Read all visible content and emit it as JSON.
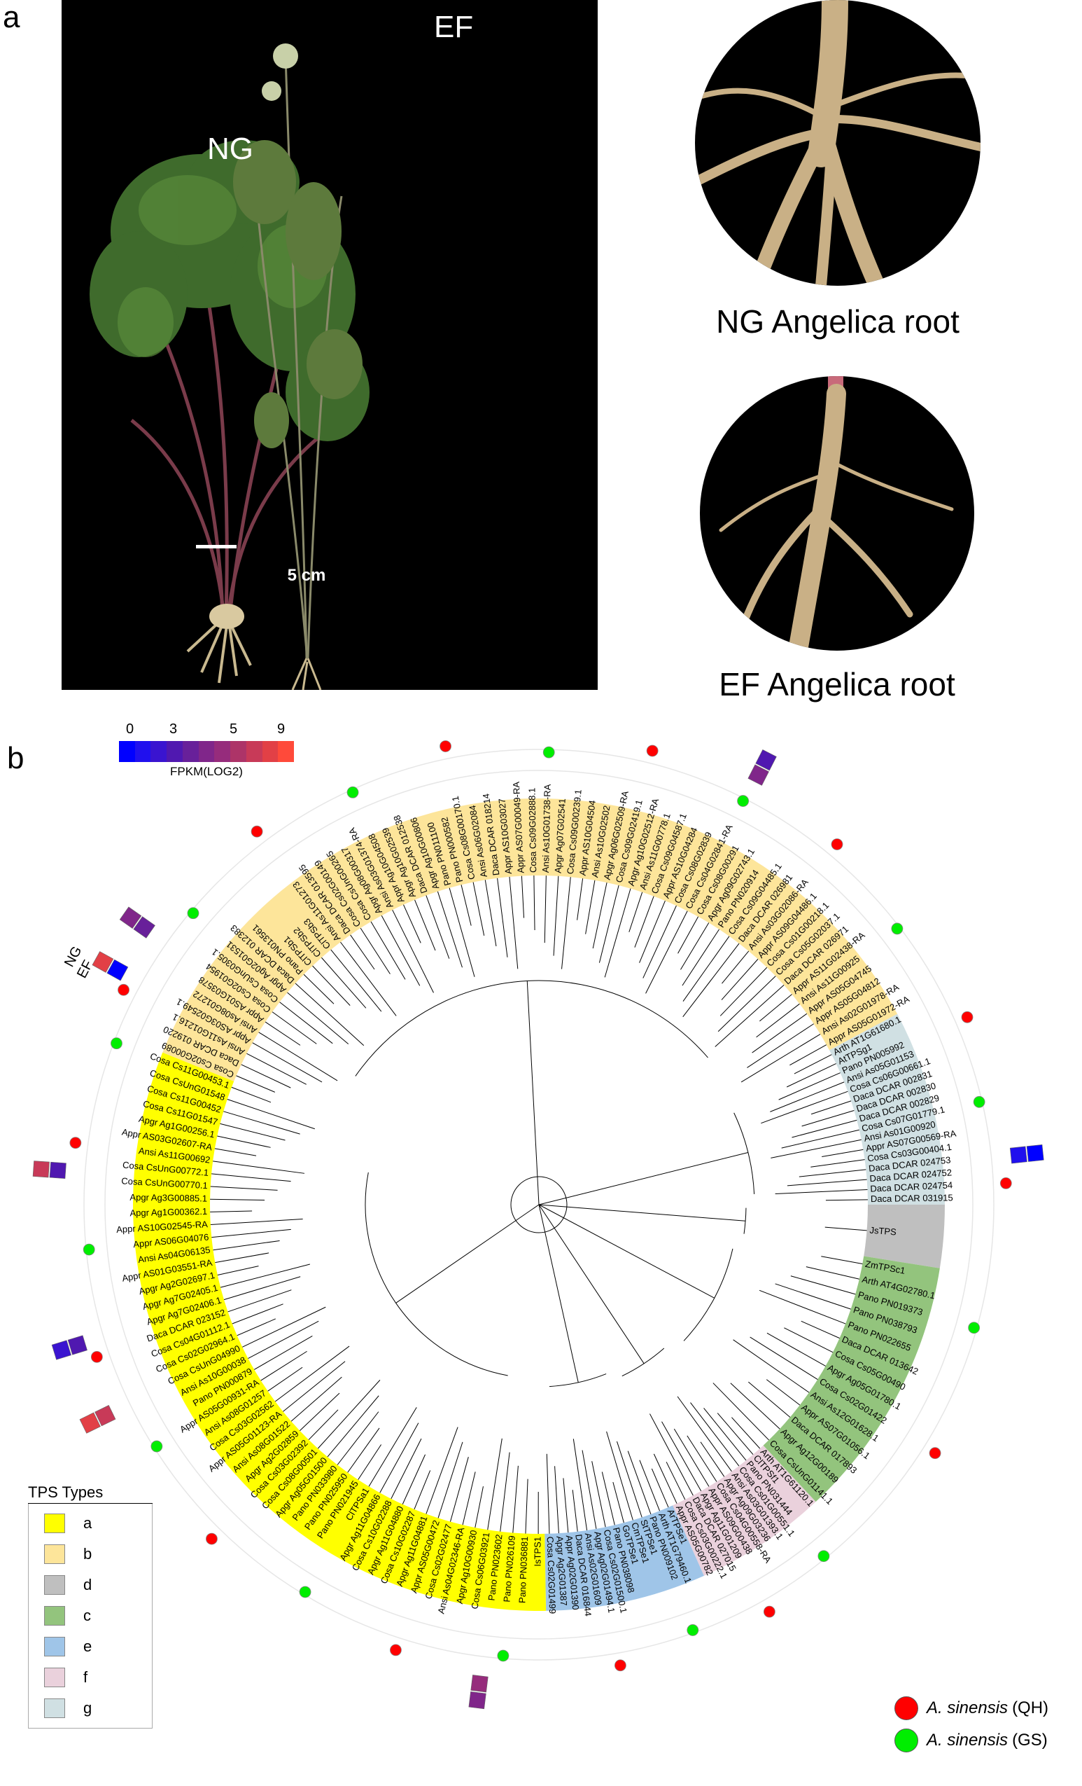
{
  "panel_a": {
    "letter": "a",
    "plant_labels": {
      "ng": "NG",
      "ef": "EF"
    },
    "scale_bar": "5 cm",
    "root_captions": {
      "ng": "NG Angelica root",
      "ef": "EF Angelica root"
    }
  },
  "panel_b": {
    "letter": "b",
    "colorbar": {
      "ticks": [
        "0",
        "3",
        "5",
        "9"
      ],
      "label": "FPKM(LOG2)",
      "colors": [
        "#0000ff",
        "#2010ee",
        "#3a14d0",
        "#5018b0",
        "#68209a",
        "#80268a",
        "#962c7c",
        "#ad3468",
        "#c83a58",
        "#e24046",
        "#ff4a3a"
      ]
    },
    "ng_ef_labels": {
      "ng": "NG",
      "ef": "EF"
    },
    "tps_legend": {
      "title": "TPS Types",
      "items": [
        {
          "label": "a",
          "color": "#ffff00"
        },
        {
          "label": "b",
          "color": "#fde59a"
        },
        {
          "label": "d",
          "color": "#bfbfbf"
        },
        {
          "label": "c",
          "color": "#93c47d"
        },
        {
          "label": "e",
          "color": "#9fc5e8"
        },
        {
          "label": "f",
          "color": "#ead1dc"
        },
        {
          "label": "g",
          "color": "#d0e0e3"
        }
      ]
    },
    "species_legend": [
      {
        "name": "A. sinensis",
        "suffix": "(QH)",
        "color": "#ff0000"
      },
      {
        "name": "A. sinensis",
        "suffix": "(GS)",
        "color": "#00ee00"
      }
    ],
    "clades": [
      {
        "type": "b",
        "color": "#fde59a",
        "labels": [
          "Cosa Cs02G00089",
          "Daca DCAR 019220",
          "Ansi As11G01216.1",
          "Appr AS03G02549.1",
          "Ansi As08G01272",
          "Appr AS01G03578",
          "Cosa Cs02G01954",
          "Cosa CsUnG0305.1",
          "Apgr Ag02G01531",
          "Daca DCAR 012383",
          "Pano PN013561",
          "ClTPSb1",
          "ClTPSb2",
          "ClTPSb3",
          "Ansi As11G01273",
          "Daca DCAR 013595",
          "Cosa Cs02G00149",
          "Cosa CsUnG00265",
          "Apgr Ag08G00317",
          "Ansi As03G01374-RA",
          "Appr Ag10G04508",
          "Apgr Ag10G02539",
          "Daca DCAR 012538",
          "Apgr Ag10G00806",
          "Pano PN011100",
          "Pano PN000582",
          "Cosa Cs08G00170.1",
          "Ansi As06G02084",
          "Daca DCAR 018214",
          "Appr AS10G03027",
          "Appr AS07G00049-RA",
          "Cosa Cs09G02888.1",
          "Ansi As10G01738-RA",
          "Apgr Ag07G02541",
          "Cosa Cs09G00239.1",
          "Appr AS10G04504",
          "Ansi As10G02502",
          "Apgr Ag06G02509-RA",
          "Cosa Cs09G02419.1",
          "Apgr Ag10G02512-RA",
          "Ansi As11G00778.1",
          "Cosa Cs09G04587.1",
          "Appr AS10G04284",
          "Cosa Cs08G02839",
          "Cosa Cs04G02841-RA",
          "Cosa Cs08G00291",
          "Apgr Ag09G02743.1",
          "Pano PN020914",
          "Cosa Cs09G04485.1",
          "Daca DCAR 026981",
          "Ansi As03G02086-RA",
          "Appr AS09G04486.1",
          "Cosa Cs01G00218.1",
          "Cosa Cs05G02037.1",
          "Daca DCAR 026971",
          "Appr AS11G02438-RA",
          "Ansi As11G00925",
          "Appr AS05G04745",
          "Appr AS05G04812",
          "Ansi As02G01978-RA",
          "Appr AS05G01972-RA"
        ]
      },
      {
        "type": "g",
        "color": "#d0e0e3",
        "labels": [
          "Arth AT1G61680.1",
          "AtTPSg1",
          "Pano PN005992",
          "Ansi As05G01153",
          "Cosa Cs06G00661.1",
          "Daca DCAR 002831",
          "Daca DCAR 002830",
          "Daca DCAR 002829",
          "Cosa Cs07G01779.1",
          "Ansi As01G00920",
          "Appr AS07G00569-RA",
          "Cosa Cs03G00404.1",
          "Daca DCAR 024753",
          "Daca DCAR 024752",
          "Daca DCAR 024754",
          "Daca DCAR 031915"
        ]
      },
      {
        "type": "d",
        "color": "#bfbfbf",
        "labels": [
          "JsTPS"
        ]
      },
      {
        "type": "c",
        "color": "#93c47d",
        "labels": [
          "ZmTPSc1",
          "Arth AT4G02780.1",
          "Pano PN019373",
          "Pano PN038793",
          "Pano PN022655",
          "Daca DCAR 013642",
          "Cosa Cs05G00490",
          "Apgr Ag05G01780.1",
          "Cosa Cs02G01422",
          "Ansi As12G01628.1",
          "Appr AS07G01056.1",
          "Daca DCAR 017893",
          "Apgr Ag12G00189",
          "Cosa CsUnG01141.1"
        ]
      },
      {
        "type": "f",
        "color": "#ead1dc",
        "labels": [
          "Arth AT1G61120.1",
          "ClTPSf1",
          "Pano PN031444",
          "Cosa Cs01G00551.1",
          "Ansi As03G01393.1",
          "Apgr Ag09G03236",
          "Cosa Cs04G00558-RA",
          "Appr AS09G00438",
          "Apgr Ag11G01209",
          "Daca DCAR 027015",
          "Cosa Cs03G00222.1",
          "Appr AS05G00782"
        ]
      },
      {
        "type": "e",
        "color": "#9fc5e8",
        "labels": [
          "ArTPSe1",
          "Arth AT1G79460.1",
          "Pano PN009102",
          "StTPSe1",
          "CmTPSe1",
          "GoTPSe1",
          "Pano PN038098",
          "Cosa Cs02G01500.1",
          "Apgr Ag02G01494.1",
          "Ansi As02G01609",
          "Daca DCAR 016844",
          "Appr Ag02G01390",
          "Apgr Ag2G01387",
          "Cosa Cs02G01499"
        ]
      },
      {
        "type": "a",
        "color": "#ffff00",
        "labels": [
          "IsTPS1",
          "Pano PN036881",
          "Pano PN026109",
          "Pano PN023602",
          "Cosa Cs06G03921",
          "Apgr Ag10G00930",
          "Ansi As04G02346-RA",
          "Cosa Cs02G02477",
          "Appr AS05G00472",
          "Apgr Ag11G04881",
          "Cosa Cs10G02287",
          "Apgr Ag11G04880",
          "Cosa Cs10G02288",
          "Apgr Ag11G04866",
          "ClTPSa1",
          "Pano PN021945",
          "Pano PN025950",
          "Pano PN033980",
          "Apgr Ag05G01500",
          "Cosa Cs08G00501",
          "Cosa Cs03G02392",
          "Apgr Ag2G02859",
          "Ansi As08G01522",
          "Appr AS05G01123-RA",
          "Cosa Cs03G02562",
          "Ansi As08G01257",
          "Appr AS05G00931-RA",
          "Pano PN000879",
          "Ansi As10G00038",
          "Cosa CsUnG04990",
          "Cosa Cs02G02964.1",
          "Cosa Cs04G01112.1",
          "Daca DCAR 023152",
          "Apgr Ag7G02406.1",
          "Apgr Ag7G02405.1",
          "Apgr Ag2G02697.1",
          "Appr AS01G03551-RA",
          "Ansi As04G06135",
          "Appr AS06G04076",
          "Appr AS10G02545-RA",
          "Apgr Ag1G00362.1",
          "Apgr Ag3G00885.1",
          "Cosa CsUnG00770.1",
          "Cosa CsUnG00772.1",
          "Ansi As11G00692",
          "Appr AS03G02607-RA",
          "Apgr Ag1G00256.1",
          "Cosa Cs11G01547",
          "Cosa Cs11G00452",
          "Cosa CsUnG01548",
          "Cosa Cs11G00453.1"
        ]
      }
    ]
  }
}
